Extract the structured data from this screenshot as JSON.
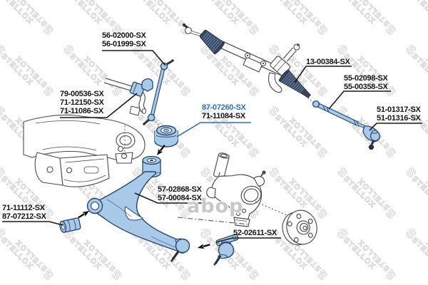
{
  "diagram": {
    "brand": "STELLOX",
    "logo_letter": "S",
    "photo_mark": "abop",
    "colors": {
      "highlight_blue": "#2c70bd",
      "part_fill": "#a9c9e8",
      "part_outline": "#24466e",
      "lineart": "#4a4a4a",
      "bellows_dark": "#3f4653",
      "watermark_gray": "#d2d2d2"
    },
    "labels": {
      "stab_link": {
        "lines": [
          "56-02000-SX",
          "56-01999-SX"
        ]
      },
      "stab_bushing": {
        "lines": [
          "79-00536-SX",
          "71-12150-SX",
          "71-11086-SX"
        ]
      },
      "arm_rear_bushing": {
        "lines": [
          "87-07260-SX",
          "71-11084-SX"
        ]
      },
      "steering_rack": {
        "lines": [
          "13-00384-SX"
        ]
      },
      "inner_tie_rod": {
        "lines": [
          "55-02098-SX",
          "55-00358-SX"
        ]
      },
      "tie_rod_end": {
        "lines": [
          "51-01317-SX",
          "51-01316-SX"
        ]
      },
      "control_arm": {
        "lines": [
          "57-02868-SX",
          "57-00084-SX"
        ]
      },
      "arm_front_bushing": {
        "lines": [
          "71-11112-SX",
          "87-07212-SX"
        ]
      },
      "ball_joint": {
        "lines": [
          "52-02611-SX"
        ]
      }
    }
  }
}
